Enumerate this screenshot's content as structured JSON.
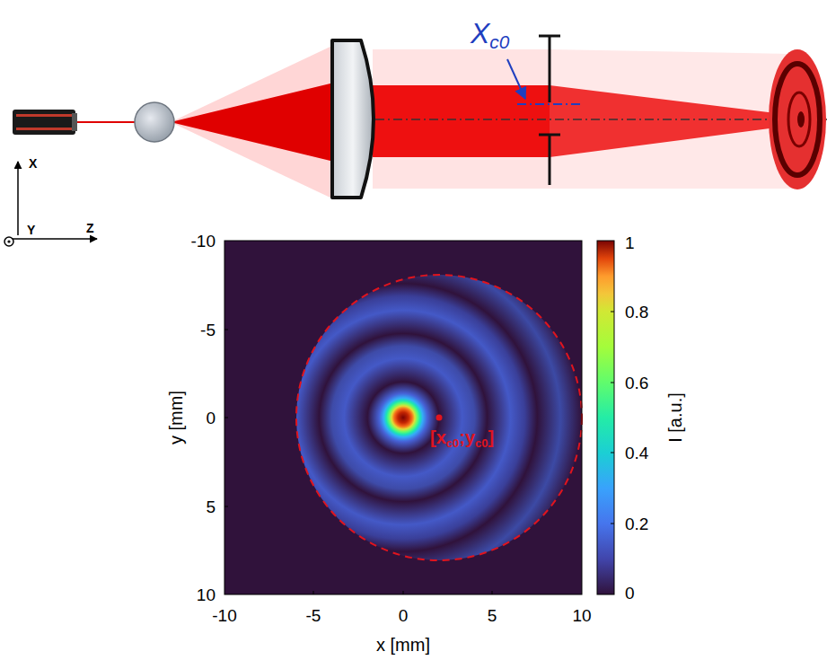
{
  "diagram": {
    "labels": [
      "X",
      "c0",
      "X",
      "Y",
      "Z",
      "-10",
      "-5",
      "0",
      "5",
      "10",
      "-10",
      "-5",
      "0",
      "5",
      "10",
      "y [mm]",
      "x [mm]",
      "[x",
      "c0",
      ";y",
      "c0",
      "]",
      "1",
      "0.8",
      "0.6",
      "0.4",
      "0.2",
      "0",
      "I [a.u.]"
    ]
  }
}
